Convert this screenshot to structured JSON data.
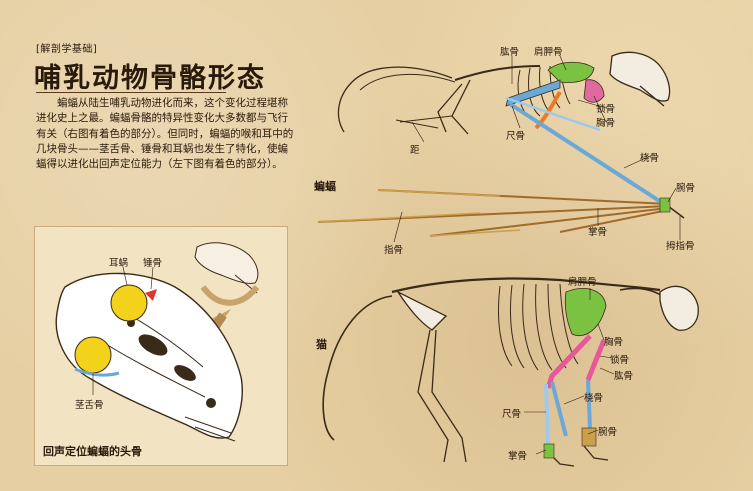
{
  "header": {
    "tag": "[解剖学基础]",
    "title": "哺乳动物骨骼形态",
    "body": "蝙蝠从陆生哺乳动物进化而来，这个变化过程堪称进化史上之最。蝙蝠骨骼的特异性变化大多数都与飞行有关（右图有着色的部分）。但同时，蝙蝠的喉和耳中的几块骨头——茎舌骨、锤骨和耳蜗也发生了特化，使蝙蝠得以进化出回声定位能力（左下图有着色的部分）。"
  },
  "inset": {
    "caption": "回声定位蝙蝠的头骨",
    "labels": {
      "cochlea": "耳蜗",
      "malleus": "锤骨",
      "stylohyal": "茎舌骨"
    }
  },
  "bat": {
    "name": "蝙蝠",
    "labels": {
      "humerus": "肱骨",
      "scapula": "肩胛骨",
      "clavicle": "锁骨",
      "sternum": "胸骨",
      "ulna": "尺骨",
      "calcar": "距",
      "radius": "桡骨",
      "carpals": "腕骨",
      "thumb": "拇指骨",
      "metacarpals": "掌骨",
      "phalanges": "指骨"
    }
  },
  "cat": {
    "name": "猫",
    "labels": {
      "scapula": "肩胛骨",
      "sternum": "胸骨",
      "clavicle": "锁骨",
      "humerus": "肱骨",
      "radius": "桡骨",
      "ulna": "尺骨",
      "carpals": "腕骨",
      "metacarpals": "掌骨"
    }
  },
  "colors": {
    "scapula": "#7cc242",
    "humerus": "#e8579a",
    "radius": "#6aa8d8",
    "ulna": "#9cc9ee",
    "clavicle": "#e87a2a",
    "sternum": "#e06aa0",
    "cochlea": "#f2d21a",
    "stylohyal": "#6aa8d8",
    "malleus": "#d93a2a"
  }
}
